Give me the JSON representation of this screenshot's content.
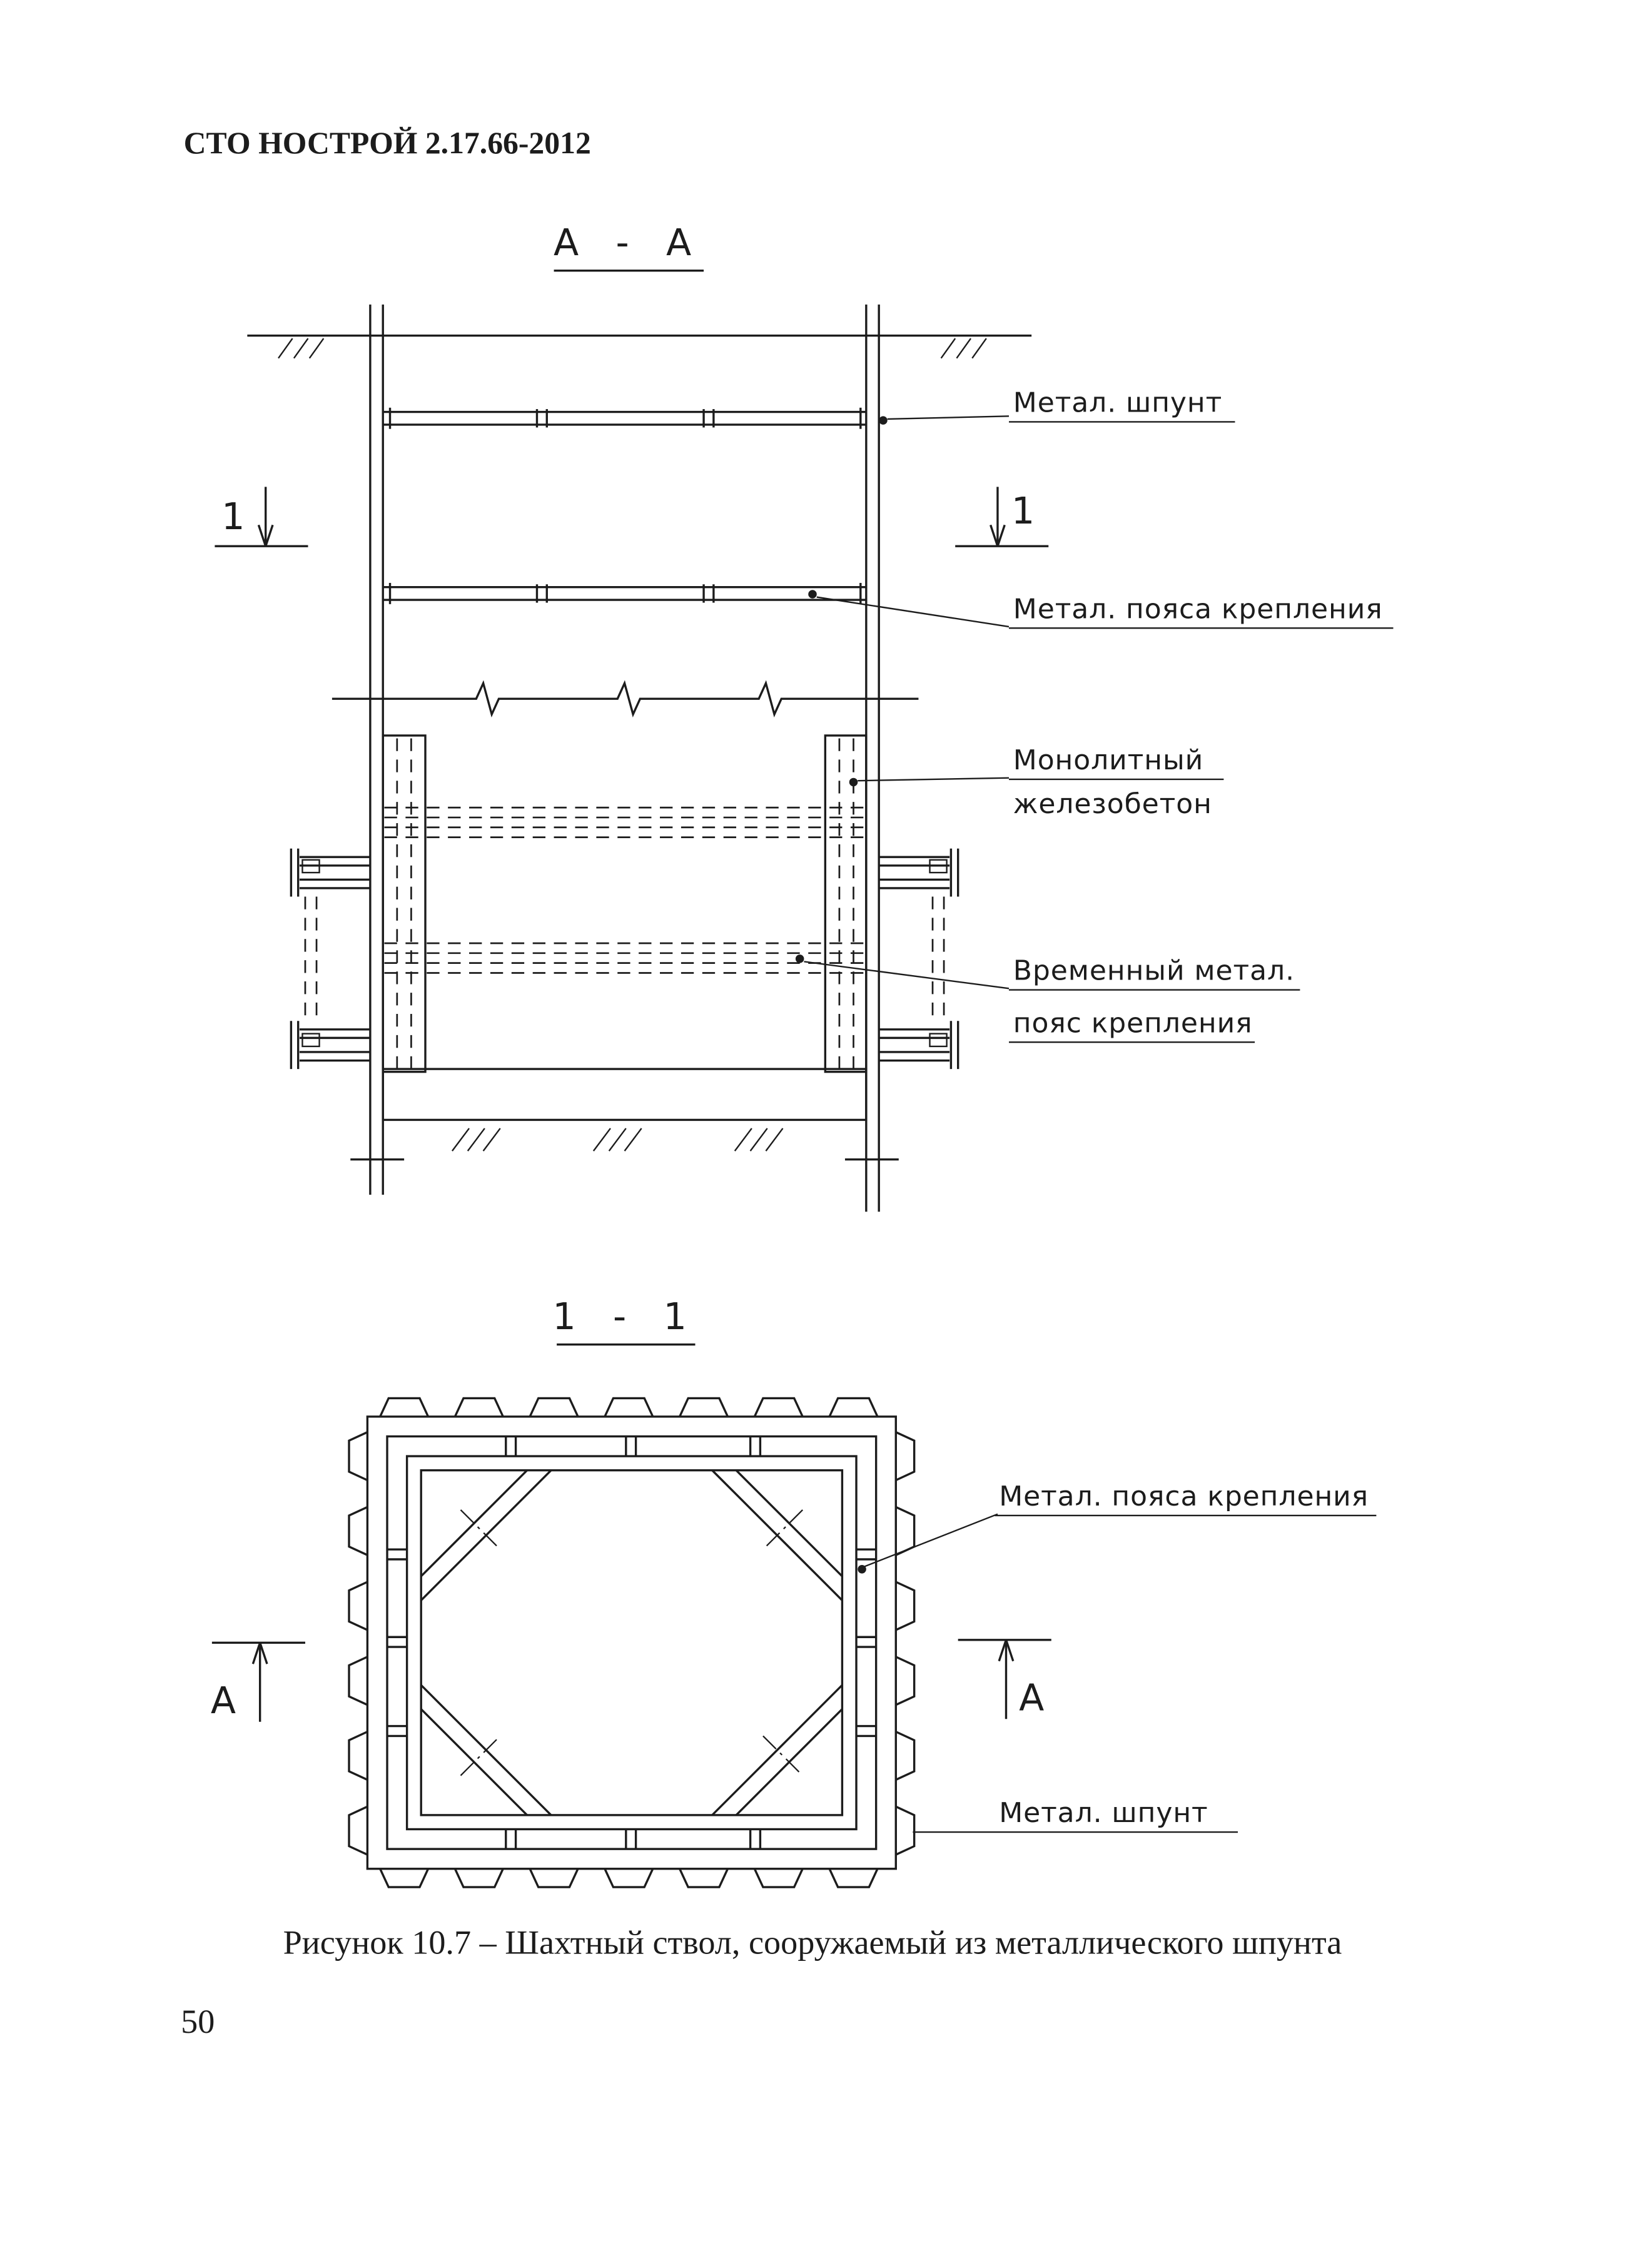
{
  "colors": {
    "ink": "#1c1c1c",
    "paper": "#ffffff"
  },
  "header": {
    "doc_code": "СТО НОСТРОЙ 2.17.66-2012"
  },
  "section_aa": {
    "title": "А - А",
    "cut_marker": "1",
    "label_sheet_pile": "Метал. шпунт",
    "label_belts": "Метал. пояса крепления",
    "label_concrete_1": "Монолитный",
    "label_concrete_2": "железобетон",
    "label_temp_belt_1": "Временный метал.",
    "label_temp_belt_2": "пояс крепления"
  },
  "section_11": {
    "title": "1 - 1",
    "cut_marker": "А",
    "label_belts": "Метал. пояса крепления",
    "label_sheet_pile": "Метал. шпунт"
  },
  "figure": {
    "caption": "Рисунок 10.7 – Шахтный ствол, сооружаемый из металлического шпунта"
  },
  "footer": {
    "page_number": "50"
  }
}
